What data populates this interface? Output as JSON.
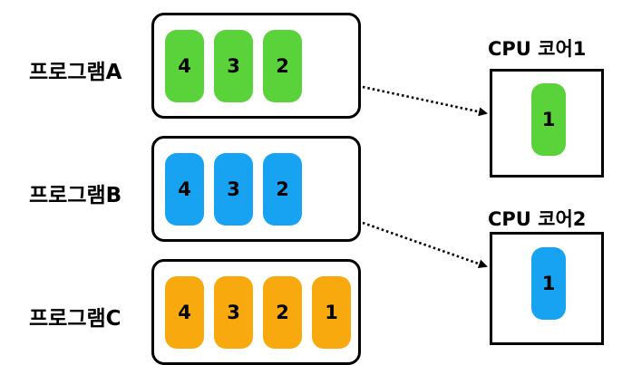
{
  "programs": [
    {
      "label": "프로그램A",
      "color": "#5ad33a",
      "tasks": [
        "4",
        "3",
        "2"
      ]
    },
    {
      "label": "프로그램B",
      "color": "#18a3f2",
      "tasks": [
        "4",
        "3",
        "2"
      ]
    },
    {
      "label": "프로그램C",
      "color": "#f7a90e",
      "tasks": [
        "4",
        "3",
        "2",
        "1"
      ]
    }
  ],
  "cores": [
    {
      "title": "CPU 코어1",
      "task": "1",
      "color": "#5ad33a"
    },
    {
      "title": "CPU 코어2",
      "task": "1",
      "color": "#18a3f2"
    }
  ]
}
